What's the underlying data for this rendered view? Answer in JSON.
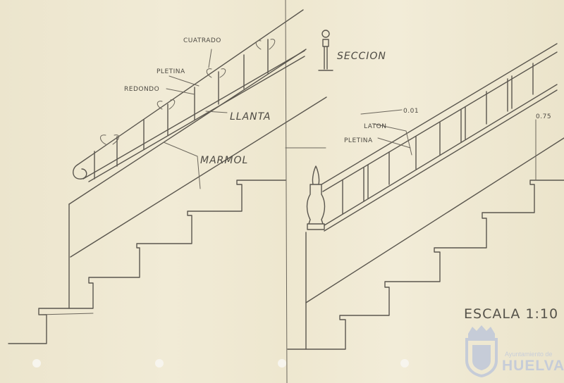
{
  "labels": {
    "cuatrado": "CUATRADO",
    "pletina_left": "PLETINA",
    "redondo": "REDONDO",
    "llanta": "LLANTA",
    "marmol": "MARMOL",
    "seccion": "SECCION",
    "d01": "0.01",
    "laton": "LATON",
    "pletina_right": "PLETINA",
    "height": "0.75",
    "scale": "ESCALA 1:10"
  },
  "watermark": {
    "subtitle": "Ayuntamiento de",
    "title": "HUELVA"
  },
  "colors": {
    "pencil": "#5a564e",
    "paper": "#efe9d4",
    "watermark": "#c6ccd8"
  }
}
